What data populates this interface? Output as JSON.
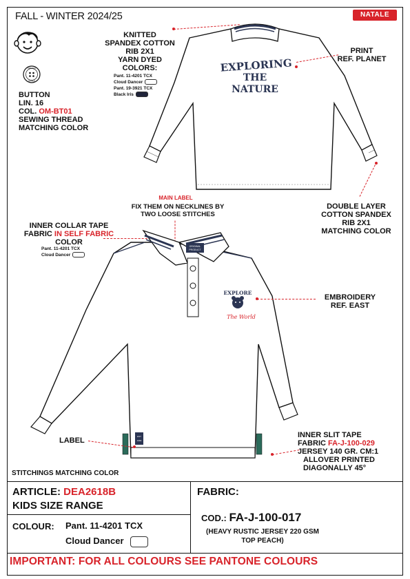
{
  "header": {
    "season": "FALL - WINTER  2024/25",
    "brand": "NATALE"
  },
  "back_view": {
    "fabric_lines": [
      "KNITTED",
      "SPANDEX COTTON",
      "RIB 2X1",
      "YARN DYED",
      "COLORS:"
    ],
    "color1_code": "Pant. 11-4201 TCX",
    "color1_name": "Cloud Dancer",
    "color2_code": "Pant. 19-3921 TCX",
    "color2_name": "Black Iris",
    "print_lines": [
      "PRINT",
      "REF. PLANET"
    ],
    "print_text": [
      "EXPLORING",
      "THE",
      "NATURE"
    ],
    "cuff_lines": [
      "DOUBLE LAYER",
      "COTTON SPANDEX",
      "RIB 2X1",
      "MATCHING COLOR"
    ]
  },
  "button": {
    "lines": [
      "BUTTON",
      "LIN. 16"
    ],
    "col_prefix": "COL. ",
    "col_code": "OM-BT01",
    "thread_lines": [
      "SEWING THREAD",
      "MATCHING COLOR"
    ],
    "button_text": [
      "ORIGINAL",
      "88",
      "NATALE"
    ]
  },
  "front_view": {
    "main_label": "MAIN LABEL",
    "main_label_lines": [
      "FIX THEM ON NECKLINES BY",
      "TWO LOOSE STITCHES"
    ],
    "collar_line1": "INNER COLLAR TAPE",
    "collar_fabric_prefix": "FABRIC ",
    "collar_fabric_red": "IN SELF FABRIC",
    "collar_line3": "COLOR",
    "collar_color_code": "Pant. 11-4201 TCX",
    "collar_color_name": "Cloud Dancer",
    "neck_label_text": [
      "ORIGINAL",
      "PRODUCT"
    ],
    "embroidery_lines": [
      "EMBROIDERY",
      "REF. EAST"
    ],
    "embroidery_top": "EXPLORE",
    "embroidery_script": "The World",
    "label": "LABEL",
    "side_label_text": [
      "EST",
      "1983"
    ],
    "slit_line1": "INNER SLIT TAPE",
    "slit_fabric_prefix": "FABRIC ",
    "slit_fabric_red": "FA-J-100-029",
    "slit_lines": [
      "JERSEY 140 GR. CM:1",
      "ALLOVER PRINTED",
      "DIAGONALLY   45°"
    ]
  },
  "stitchings": "STITCHINGS  MATCHING COLOR",
  "article": {
    "label": "ARTICLE: ",
    "code": "DEA2618B",
    "size_range": "KIDS SIZE RANGE",
    "colour_label": "COLOUR:",
    "colour_code": "Pant. 11-4201 TCX",
    "colour_name": "Cloud Dancer"
  },
  "fabric": {
    "label": "FABRIC:",
    "cod_label": "COD.: ",
    "cod_value": "FA-J-100-017",
    "desc_lines": [
      "(HEAVY RUSTIC JERSEY 220 GSM",
      "TOP PEACH)"
    ]
  },
  "important": "IMPORTANT: FOR ALL COLOURS SEE PANTONE COLOURS",
  "colors": {
    "accent": "#d8232a",
    "navy": "#2b3553",
    "ink": "#111111"
  }
}
